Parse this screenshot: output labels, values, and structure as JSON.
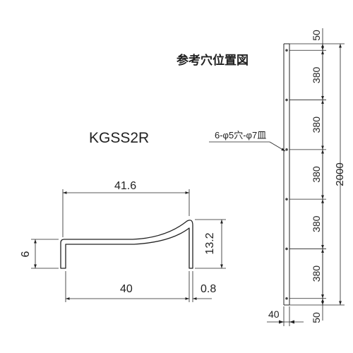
{
  "reference_title": "参考穴位置図",
  "model_name": "KGSS2R",
  "hole_note": "6-φ5穴-φ7皿",
  "profile": {
    "top_width": "41.6",
    "bottom_width": "40",
    "thickness": "0.8",
    "left_height": "6",
    "right_height": "13.2"
  },
  "rail": {
    "top_margin": "50",
    "spacings": [
      "380",
      "380",
      "380",
      "380",
      "380"
    ],
    "bottom_margin": "50",
    "total_length": "2000",
    "width": "40"
  }
}
